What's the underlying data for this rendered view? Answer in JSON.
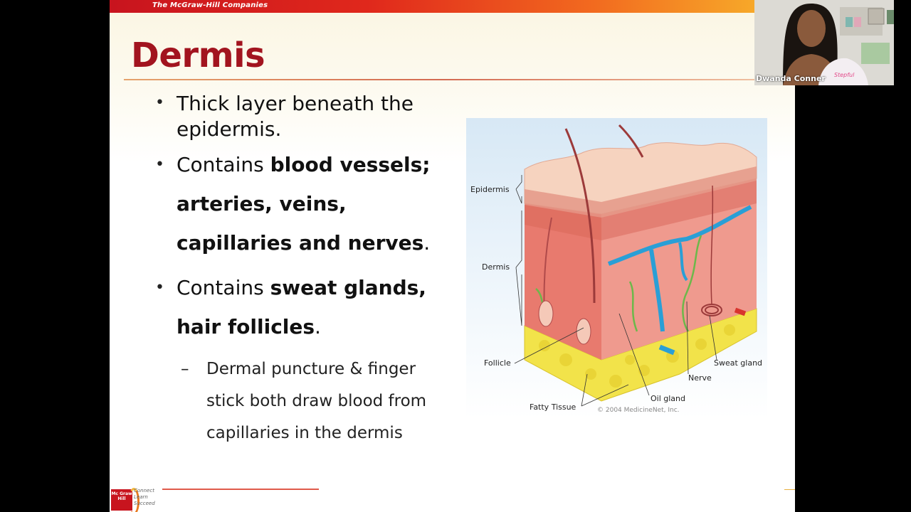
{
  "header": {
    "brand_text": "The McGraw-Hill Companies"
  },
  "slide": {
    "title": "Dermis",
    "bullets": [
      {
        "text": "Thick layer beneath the epidermis."
      },
      {
        "prefix": "Contains ",
        "bold": "blood vessels; arteries, veins, capillaries and nerves",
        "suffix": "."
      },
      {
        "prefix": "Contains ",
        "bold": "sweat glands, hair follicles",
        "suffix": "."
      }
    ],
    "sub_bullet": "Dermal puncture & finger stick both draw blood from capillaries in the dermis"
  },
  "diagram": {
    "labels": {
      "epidermis": "Epidermis",
      "dermis": "Dermis",
      "follicle": "Follicle",
      "fatty_tissue": "Fatty Tissue",
      "oil_gland": "Oil gland",
      "nerve": "Nerve",
      "sweat_gland": "Sweat gland"
    },
    "copyright": "© 2004 MedicineNet, Inc."
  },
  "footer": {
    "logo_text": "Mc Graw Hill",
    "tagline_1": "Connect",
    "tagline_2": "Learn",
    "tagline_3": "Succeed"
  },
  "webcam": {
    "participant_name": "Dwanda Conner",
    "shirt_text": "Stepful"
  },
  "colors": {
    "title": "#a2141f",
    "header_start": "#c8141e",
    "header_end": "#f7a829",
    "dermis_tissue": "#e8786c",
    "fatty_tissue": "#f2e34a",
    "vein": "#2a9fd6",
    "nerve": "#6cb84a"
  }
}
